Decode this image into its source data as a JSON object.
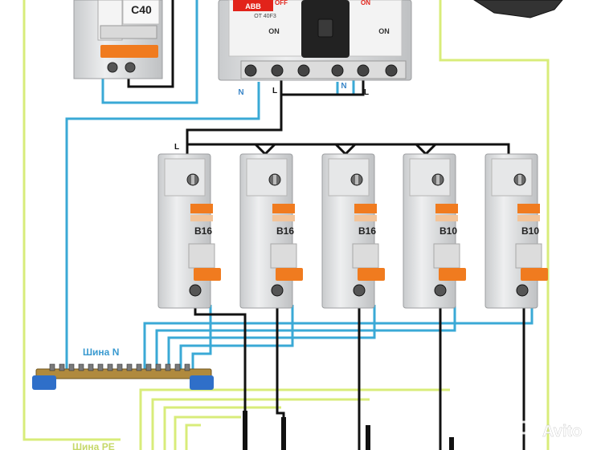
{
  "top_breaker": {
    "rating": "C40"
  },
  "switch": {
    "brand": "ABB",
    "model": "OT 40F3",
    "on_left": "ON",
    "on_right": "ON",
    "top_marks": [
      "OFF",
      "ON"
    ]
  },
  "terminal_labels": {
    "left_n": "N",
    "left_l": "L",
    "right_n": "N",
    "right_l": "L",
    "bus_l": "L"
  },
  "breakers": [
    {
      "rating": "B16"
    },
    {
      "rating": "B16"
    },
    {
      "rating": "B16"
    },
    {
      "rating": "B10"
    },
    {
      "rating": "B10"
    }
  ],
  "busbars": {
    "neutral_label": "Шина N",
    "pe_label": "Шина PE"
  },
  "watermark": {
    "text": "Avito"
  },
  "colors": {
    "neutral_wire": "#3aa9d6",
    "pe_wire": "#d8ec7a",
    "line_wire": "#111111",
    "handle": "#f07b1f",
    "busbar_cap": "#2f6fc9"
  }
}
